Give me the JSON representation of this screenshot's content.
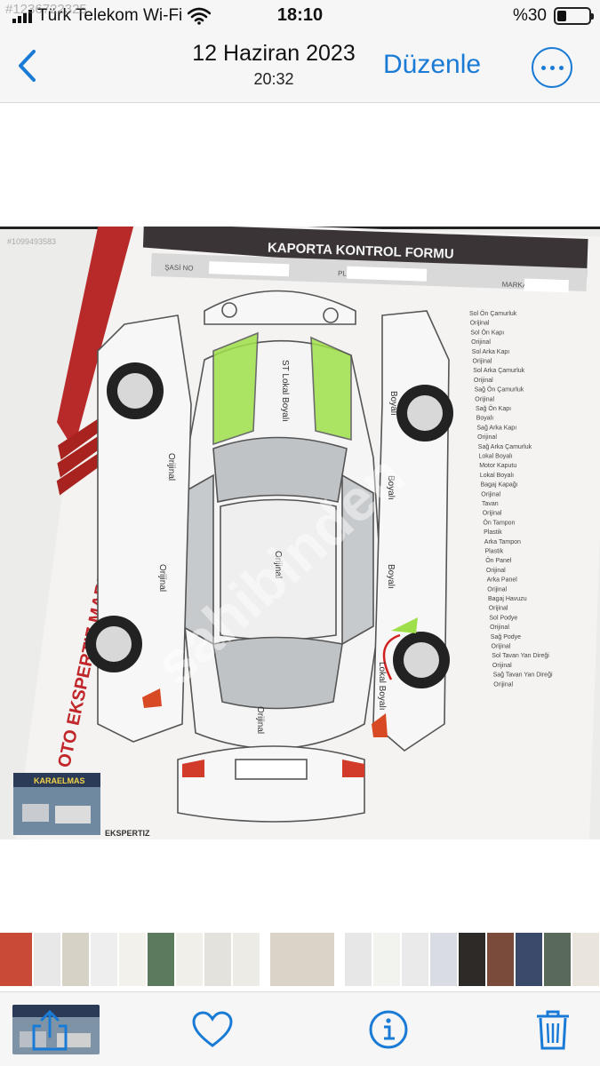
{
  "status_bar": {
    "carrier": "Türk Telekom Wi-Fi",
    "time": "18:10",
    "battery_text": "%30",
    "battery_level": 0.3,
    "overlay_id": "#1236722325"
  },
  "nav": {
    "date": "12 Haziran 2023",
    "time": "20:32",
    "edit_label": "Düzenle"
  },
  "photo": {
    "image_id": "#1099493583",
    "form_title": "KAPORTA KONTROL FORMU",
    "side_brand": "OTO EKSPERTIZ MARKASI\"",
    "dealer_sign": "KARAELMAS",
    "footer_text": "EKSPERTIZ",
    "watermark": "sahibinden",
    "labels": {
      "hood_note": "ST Lokal Boyalı",
      "original": "Orijinal",
      "boyali": "Boyalı",
      "lokal_boyali": "Lokal Boyalı"
    },
    "form_fields": [
      "ŞASİ NO",
      "PLAKA",
      "MARKA"
    ],
    "checklist": [
      "Sol Ön Çamurluk",
      "Orijinal",
      "Sol Ön Kapı",
      "Orijinal",
      "Sol Arka Kapı",
      "Orijinal",
      "Sol Arka Çamurluk",
      "Orijinal",
      "Sağ Ön Çamurluk",
      "Orijinal",
      "Sağ Ön Kapı",
      "Boyalı",
      "Sağ Arka Kapı",
      "Orijinal",
      "Sağ Arka Çamurluk",
      "Lokal Boyalı",
      "Motor Kaputu",
      "Lokal Boyalı",
      "Bagaj Kapağı",
      "Orijinal",
      "Tavan",
      "Orijinal",
      "Ön Tampon",
      "Plastik",
      "Arka Tampon",
      "Plastik",
      "Ön Panel",
      "Orijinal",
      "Arka Panel",
      "Orijinal",
      "Bagaj Havuzu",
      "Orijinal",
      "Sol Podye",
      "Orijinal",
      "Sağ Podye",
      "Orijinal",
      "Sol Tavan Yan Direği",
      "Orijinal",
      "Sağ Tavan Yan Direği",
      "Orijinal"
    ],
    "highlight_color": "#9fe04a"
  },
  "thumbnails": {
    "colors": [
      "#c94a36",
      "#e8e8e8",
      "#d7d2c6",
      "#eeeeee",
      "#f3f1ec",
      "#5c7b5e",
      "#f0efe9",
      "#e4e2dc",
      "#ecebe6",
      "#dad4c8",
      "#e7e7e7",
      "#f2f2ee",
      "#eaeaea",
      "#d9dde3",
      "#2e2a28",
      "#7a4a3a",
      "#3b4a6a",
      "#5a6a5a",
      "#e9e4dc",
      "#efe9e4",
      "#f1ece8",
      "#ece6e2",
      "#e0ddd6"
    ],
    "selected_index": 9
  },
  "toolbar": {
    "share_icon": "share-icon",
    "favorite_icon": "heart-icon",
    "info_icon": "info-icon",
    "delete_icon": "trash-icon"
  },
  "accent_color": "#1a7bd6"
}
